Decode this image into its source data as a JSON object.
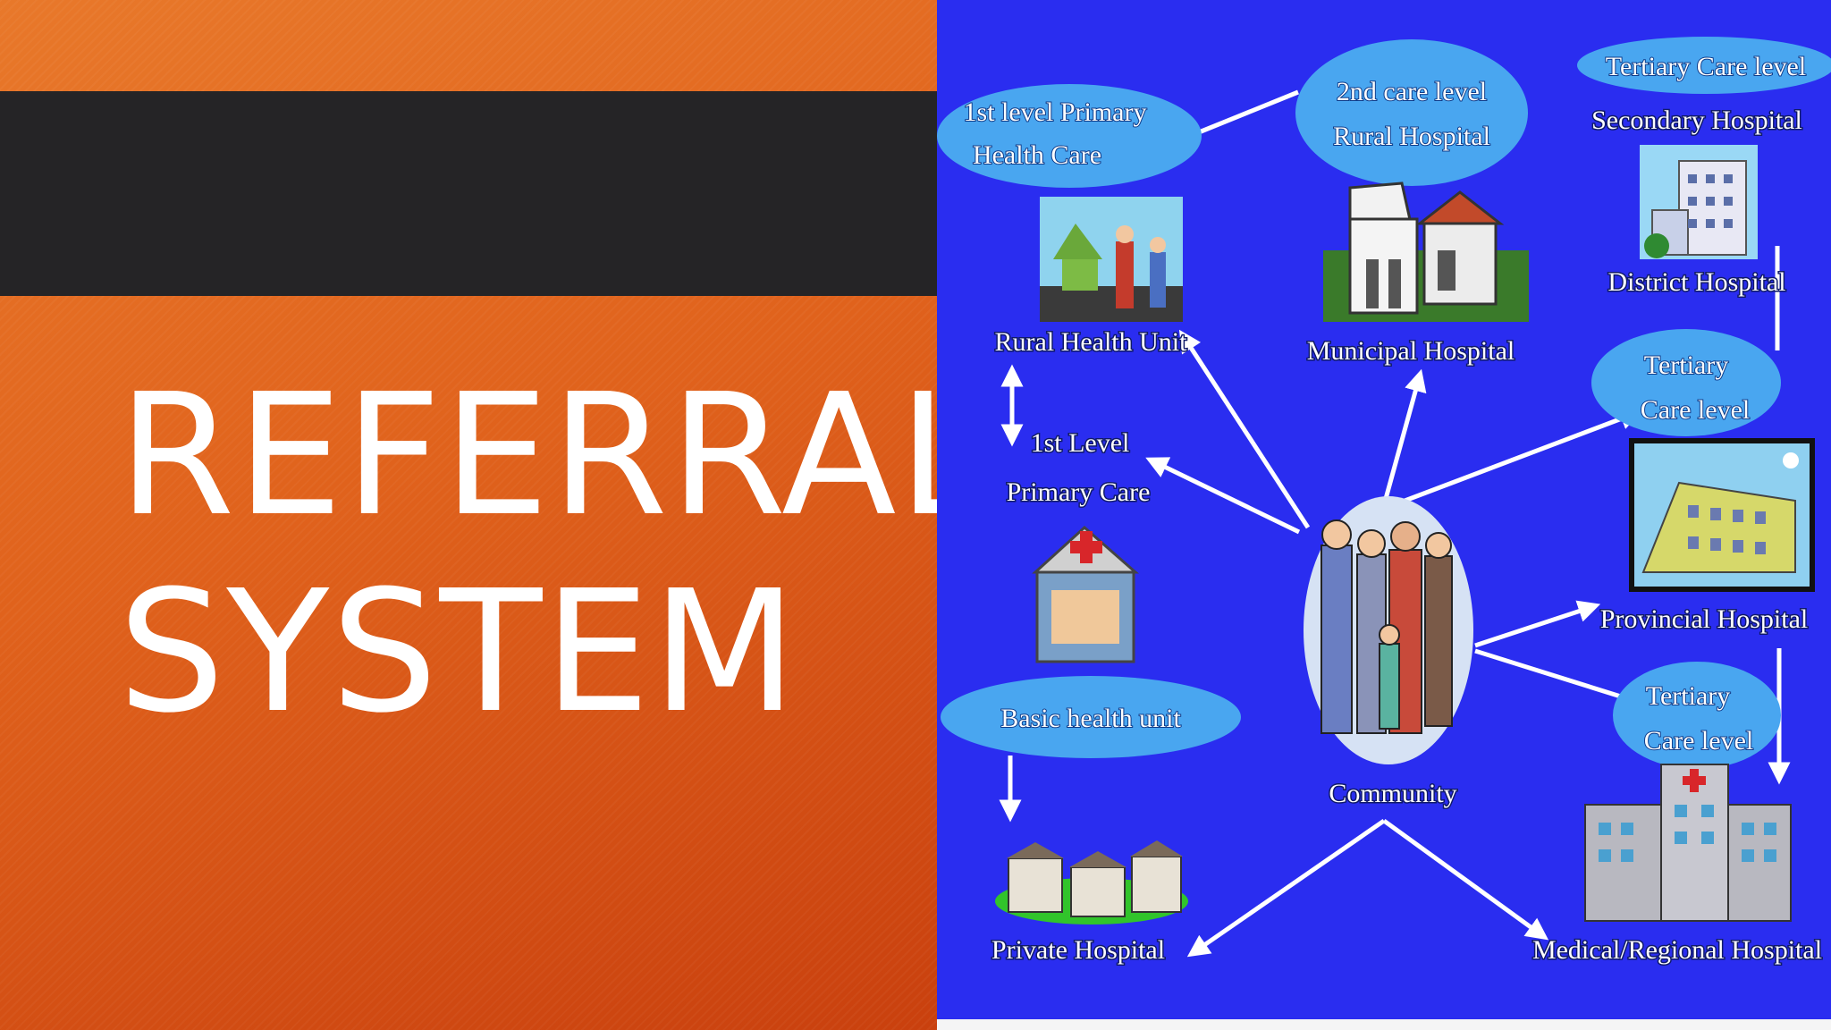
{
  "slide": {
    "title_line1": "REFERRAL",
    "title_line2": "SYSTEM"
  },
  "diagram": {
    "center_label": "Community",
    "bubbles": {
      "primary_health_care_line1": "1st level Primary",
      "primary_health_care_line2": "Health Care",
      "second_care_line1": "2nd care  level",
      "second_care_line2": "Rural Hospital",
      "tertiary_top": "Tertiary Care level",
      "tertiary_mid_line1": "Tertiary",
      "tertiary_mid_line2": "Care level",
      "tertiary_bottom_line1": "Tertiary",
      "tertiary_bottom_line2": "Care level",
      "basic_health_unit": "Basic health unit"
    },
    "labels": {
      "rural_health_unit": "Rural Health Unit",
      "municipal_hospital": "Municipal Hospital",
      "secondary_hospital": "Secondary Hospital",
      "district_hospital": "District Hospital",
      "first_level_line1": "1st Level",
      "first_level_line2": "Primary Care",
      "provincial_hospital": "Provincial Hospital",
      "private_hospital": "Private Hospital",
      "medical_regional_hospital": "Medical/Regional Hospital"
    }
  },
  "colors": {
    "left_orange": "#e0621c",
    "band_dark": "#252426",
    "diagram_blue": "#2a2df0",
    "bubble_blue": "#49a6f0",
    "arrow_white": "#ffffff"
  }
}
